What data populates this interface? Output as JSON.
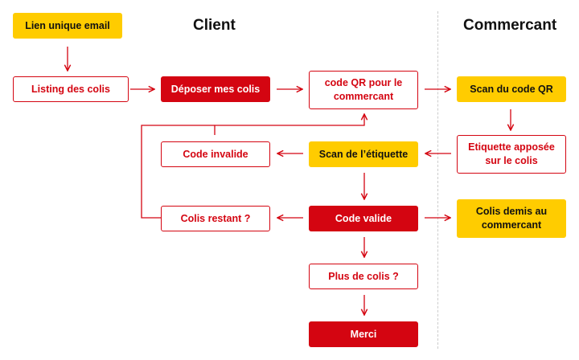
{
  "headings": {
    "client": "Client",
    "commercant": "Commercant"
  },
  "nodes": {
    "lien_unique_email": "Lien unique email",
    "listing_des_colis": "Listing des colis",
    "deposer_mes_colis": "Déposer mes colis",
    "code_qr_line1": "code QR pour le",
    "code_qr_line2": "commercant",
    "scan_du_code_qr": "Scan du code QR",
    "etiquette_line1": "Etiquette apposée",
    "etiquette_line2": "sur le colis",
    "scan_etiquette": "Scan de l’étiquette",
    "code_invalide": "Code invalide",
    "code_valide": "Code valide",
    "colis_restant": "Colis restant ?",
    "colis_demis_line1": "Colis demis au",
    "colis_demis_line2": "commercant",
    "plus_de_colis": "Plus de colis ?",
    "merci": "Merci"
  },
  "colors": {
    "dhl_yellow": "#ffcc00",
    "dhl_red": "#d40511",
    "heading_text": "#111111",
    "divider": "#cccccc"
  }
}
